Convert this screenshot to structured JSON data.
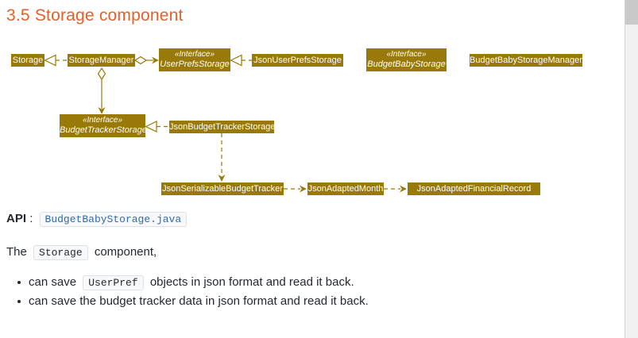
{
  "section": {
    "title": "3.5 Storage component"
  },
  "diagram": {
    "boxes": [
      {
        "id": "storage",
        "label": "Storage"
      },
      {
        "id": "storage-manager",
        "label": "StorageManager"
      },
      {
        "id": "user-prefs-storage",
        "stereotype": "«Interface»",
        "label": "UserPrefsStorage"
      },
      {
        "id": "json-user-prefs-storage",
        "label": "JsonUserPrefsStorage"
      },
      {
        "id": "budget-baby-storage",
        "stereotype": "«Interface»",
        "label": "BudgetBabyStorage"
      },
      {
        "id": "budget-baby-storage-manager",
        "label": "BudgetBabyStorageManager"
      },
      {
        "id": "budget-tracker-storage",
        "stereotype": "«Interface»",
        "label": "BudgetTrackerStorage"
      },
      {
        "id": "json-budget-tracker-storage",
        "label": "JsonBudgetTrackerStorage"
      },
      {
        "id": "json-serializable-budget-tracker",
        "label": "JsonSerializableBudgetTracker"
      },
      {
        "id": "json-adapted-month",
        "label": "JsonAdaptedMonth"
      },
      {
        "id": "json-adapted-financial-record",
        "label": "JsonAdaptedFinancialRecord"
      }
    ],
    "colors": {
      "node_fill": "#997a08",
      "node_text": "#ffffff",
      "edge": "#997a08"
    }
  },
  "api": {
    "label": "API",
    "separator": ":",
    "link": "BudgetBabyStorage.java"
  },
  "intro": {
    "prefix": "The",
    "code": "Storage",
    "suffix": "component,"
  },
  "bullets": [
    {
      "pre": "can save",
      "code": "UserPref",
      "post": "objects in json format and read it back."
    },
    {
      "text": "can save the budget tracker data in json format and read it back."
    }
  ],
  "colors": {
    "heading_orange": "#e2612a",
    "link_blue": "#2d6cb0",
    "scroll_thumb": "#c9c9c9"
  }
}
